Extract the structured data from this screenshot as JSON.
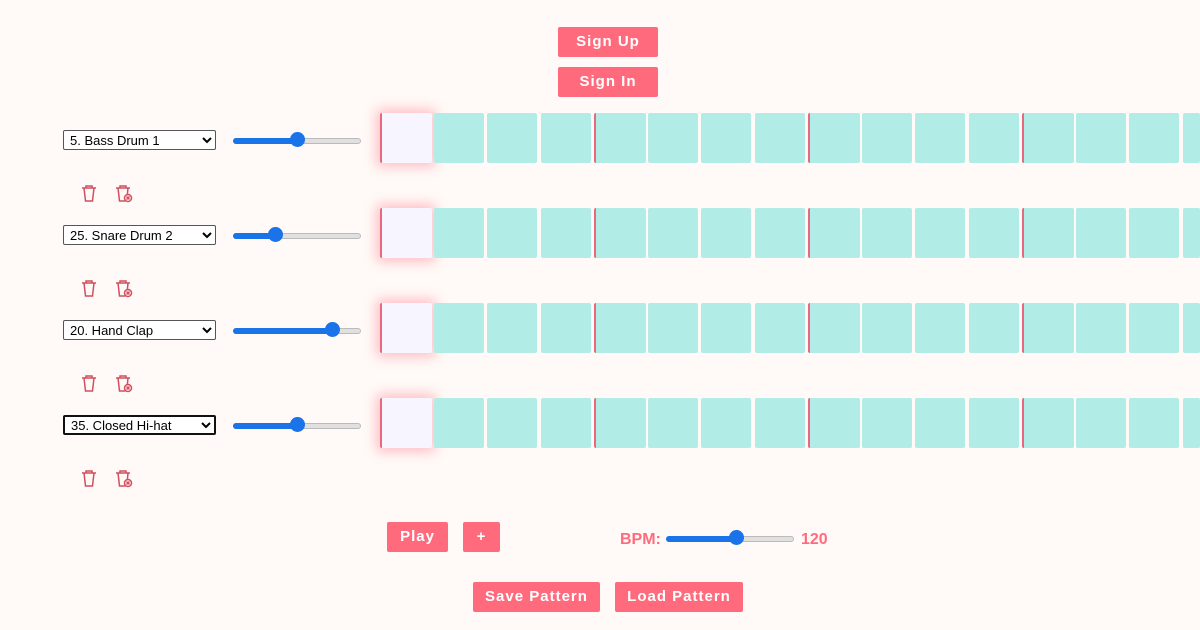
{
  "header": {
    "signup_label": "Sign Up",
    "signin_label": "Sign In"
  },
  "tracks": [
    {
      "sound": "5. Bass Drum 1",
      "volume": 0.5
    },
    {
      "sound": "25. Snare Drum 2",
      "volume": 0.33
    },
    {
      "sound": "20. Hand Clap",
      "volume": 0.77
    },
    {
      "sound": "35. Closed Hi-hat",
      "volume": 0.5
    }
  ],
  "transport": {
    "play_label": "Play",
    "add_label": "+"
  },
  "bpm": {
    "label": "BPM:",
    "value": "120",
    "slider_fraction": 0.55
  },
  "pattern": {
    "save_label": "Save Pattern",
    "load_label": "Load Pattern"
  },
  "colors": {
    "accent": "#ff6b7d",
    "step": "#b2ece6",
    "slider": "#1a73e8"
  },
  "icons": [
    "trash-icon",
    "trash-clear-icon"
  ]
}
